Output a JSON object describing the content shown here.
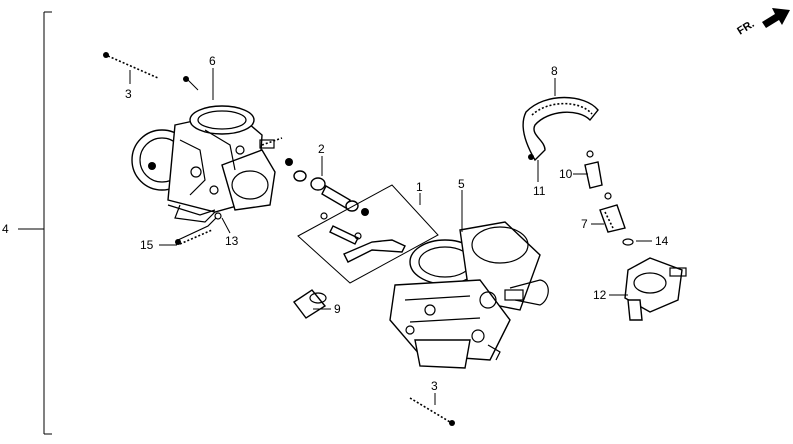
{
  "direction_label": "FR.",
  "callouts": {
    "c1": "1",
    "c2": "2",
    "c3_top": "3",
    "c3_bottom": "3",
    "c4": "4",
    "c5": "5",
    "c6": "6",
    "c7": "7",
    "c8": "8",
    "c9": "9",
    "c10": "10",
    "c11": "11",
    "c12": "12",
    "c13": "13",
    "c14": "14",
    "c15": "15"
  },
  "icons": {
    "direction_arrow": "direction-arrow-icon",
    "rear_carburetor": "rear-carburetor-icon",
    "front_carburetor": "front-carburetor-icon"
  }
}
